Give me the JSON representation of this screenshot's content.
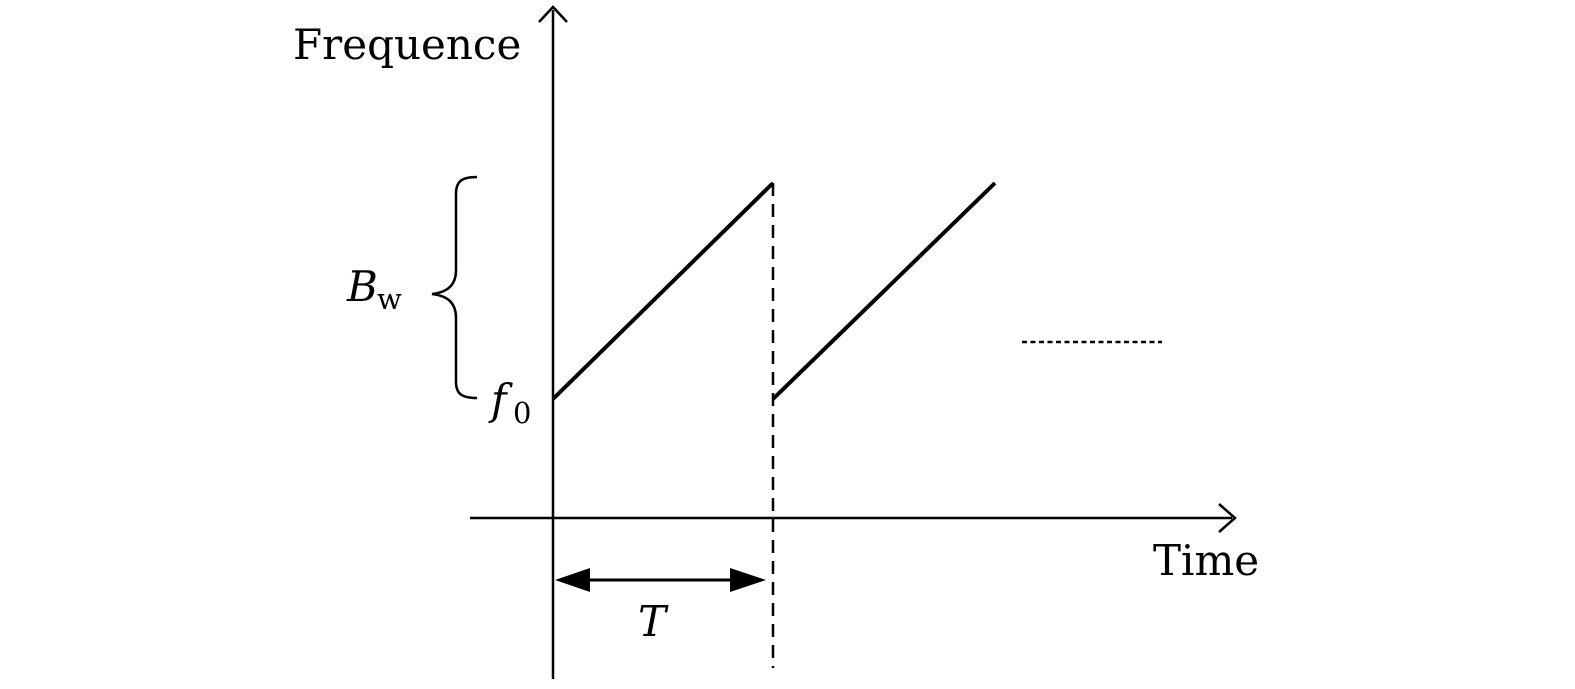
{
  "labels": {
    "y_axis": "Frequence",
    "x_axis": "Time",
    "bandwidth": "B",
    "bandwidth_sub": "w",
    "start_freq": "f",
    "start_freq_sub": "0",
    "period": "T"
  },
  "colors": {
    "ink": "#000000",
    "background": "#ffffff"
  }
}
